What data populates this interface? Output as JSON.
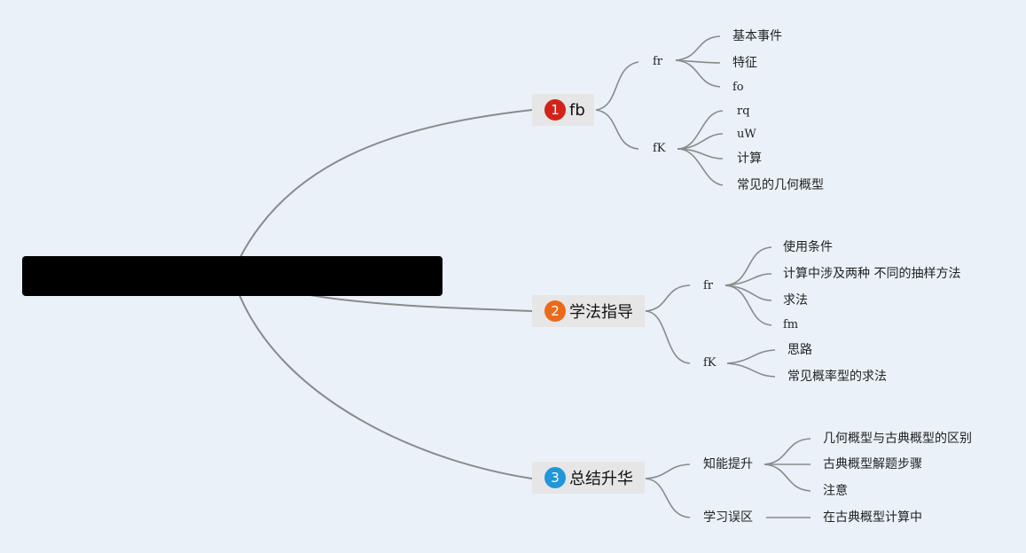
{
  "root": {
    "text": ""
  },
  "branches": [
    {
      "badge": "1",
      "badge_color": "#d0241a",
      "label": "fb",
      "children": [
        {
          "label": "fr",
          "children": [
            "基本事件",
            "特征",
            "fo"
          ]
        },
        {
          "label": "fK",
          "children": [
            "rq",
            "uW",
            "计算",
            "常见的几何概型"
          ]
        }
      ]
    },
    {
      "badge": "2",
      "badge_color": "#ea6a1c",
      "label": "学法指导",
      "children": [
        {
          "label": "fr",
          "children": [
            "使用条件",
            "计算中涉及两种 不同的抽样方法",
            "求法",
            "fm"
          ]
        },
        {
          "label": "fK",
          "children": [
            "思路",
            "常见概率型的求法"
          ]
        }
      ]
    },
    {
      "badge": "3",
      "badge_color": "#2196d9",
      "label": "总结升华",
      "children": [
        {
          "label": "知能提升",
          "children": [
            "几何概型与古典概型的区别",
            "古典概型解题步骤",
            "注意"
          ]
        },
        {
          "label": "学习误区",
          "children": [
            "在古典概型计算中"
          ]
        }
      ]
    }
  ]
}
